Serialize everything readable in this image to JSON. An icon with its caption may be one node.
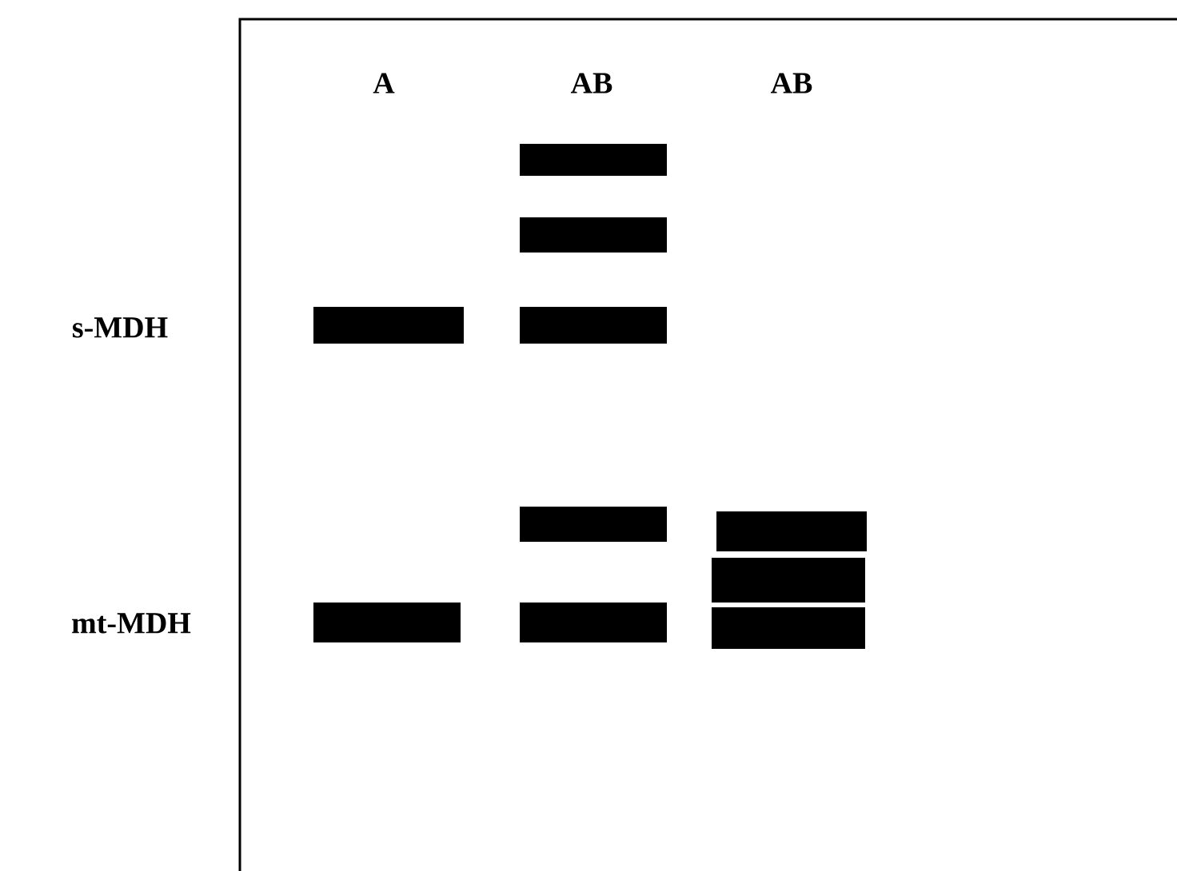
{
  "diagram": {
    "labels": [
      "A",
      "AB",
      "AB",
      "s-MDH",
      "mt-MDH"
    ]
  }
}
